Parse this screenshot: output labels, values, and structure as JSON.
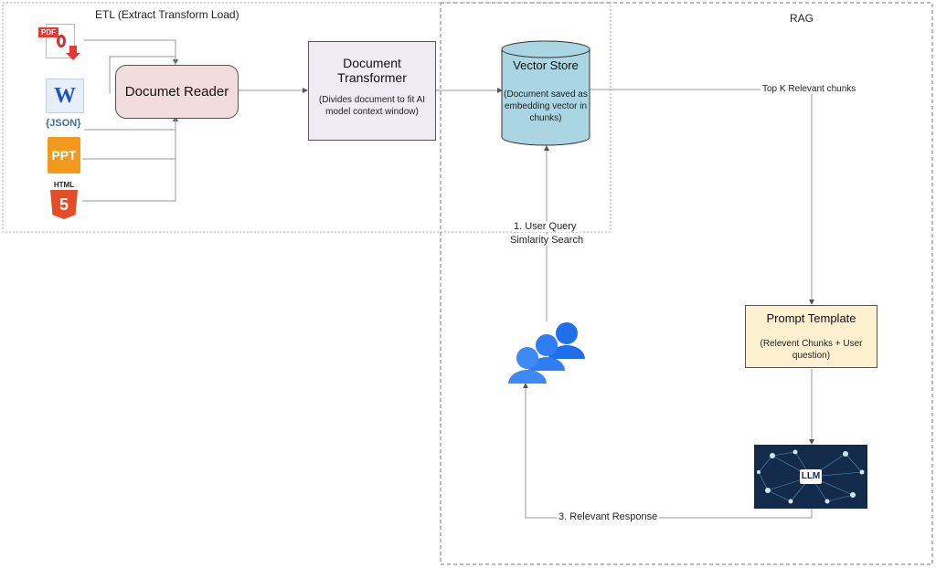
{
  "regions": {
    "etl_label": "ETL (Extract Transform Load)",
    "rag_label": "RAG"
  },
  "sources": [
    {
      "name": "pdf-file-icon",
      "text": "PDF"
    },
    {
      "name": "word-file-icon",
      "text": "W"
    },
    {
      "name": "json-file-icon",
      "text": "{JSON}"
    },
    {
      "name": "ppt-file-icon",
      "text": "PPT"
    },
    {
      "name": "html-file-icon",
      "text": "HTML",
      "mark": "5"
    }
  ],
  "nodes": {
    "reader": {
      "title": "Documet Reader"
    },
    "transformer": {
      "title_line1": "Document",
      "title_line2": "Transformer",
      "sub_line1": "(Divides document to fit AI",
      "sub_line2": "model context window)"
    },
    "vector_store": {
      "title": "Vector Store",
      "sub_line1": "(Document saved as",
      "sub_line2": "embedding vector in",
      "sub_line3": "chunks)"
    },
    "prompt": {
      "title": "Prompt Template",
      "sub_line1": "(Relevent Chunks + User",
      "sub_line2": "question)"
    },
    "llm": {
      "label": "LLM"
    }
  },
  "edges": {
    "top_k": "Top K Relevant chunks",
    "user_query": "1. User Query",
    "similarity": "Simlarity Search",
    "response": "3. Relevant Response"
  },
  "colors": {
    "reader_fill": "#f3dcdc",
    "transformer_fill": "#eeebf2",
    "cylinder_fill": "#a9d6e2",
    "prompt_fill": "#fdf0cf",
    "user_blue": "#1e6fe8",
    "llm_bg": "#132a4a"
  }
}
